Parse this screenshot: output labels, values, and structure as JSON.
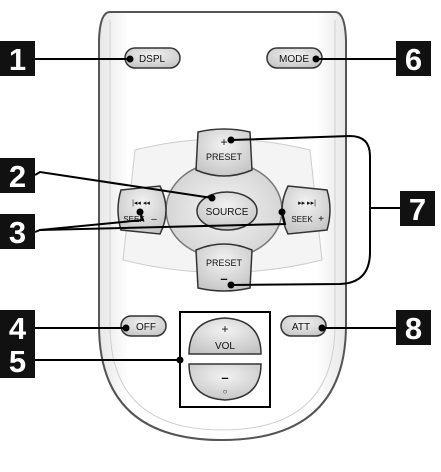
{
  "callouts": [
    "1",
    "2",
    "3",
    "4",
    "5",
    "6",
    "7",
    "8"
  ],
  "buttons": {
    "dspl": "DSPL",
    "mode": "MODE",
    "preset_up": "PRESET",
    "preset_up_sign": "+",
    "preset_down": "PRESET",
    "preset_down_sign": "–",
    "source": "SOURCE",
    "seek_left_arrows": "|◂◂ ◂◂",
    "seek_left_label": "SEEK",
    "seek_left_sign": "–",
    "seek_right_arrows": "▸▸ ▸▸|",
    "seek_right_label": "SEEK",
    "seek_right_sign": "+",
    "off": "OFF",
    "att": "ATT",
    "vol_up_sign": "+",
    "vol_label": "VOL",
    "vol_down_sign": "–",
    "vol_down_mark": "○"
  },
  "colors": {
    "outline": "#333333",
    "button_fill": "#d9d9d9",
    "callout_fill": "#111111"
  }
}
